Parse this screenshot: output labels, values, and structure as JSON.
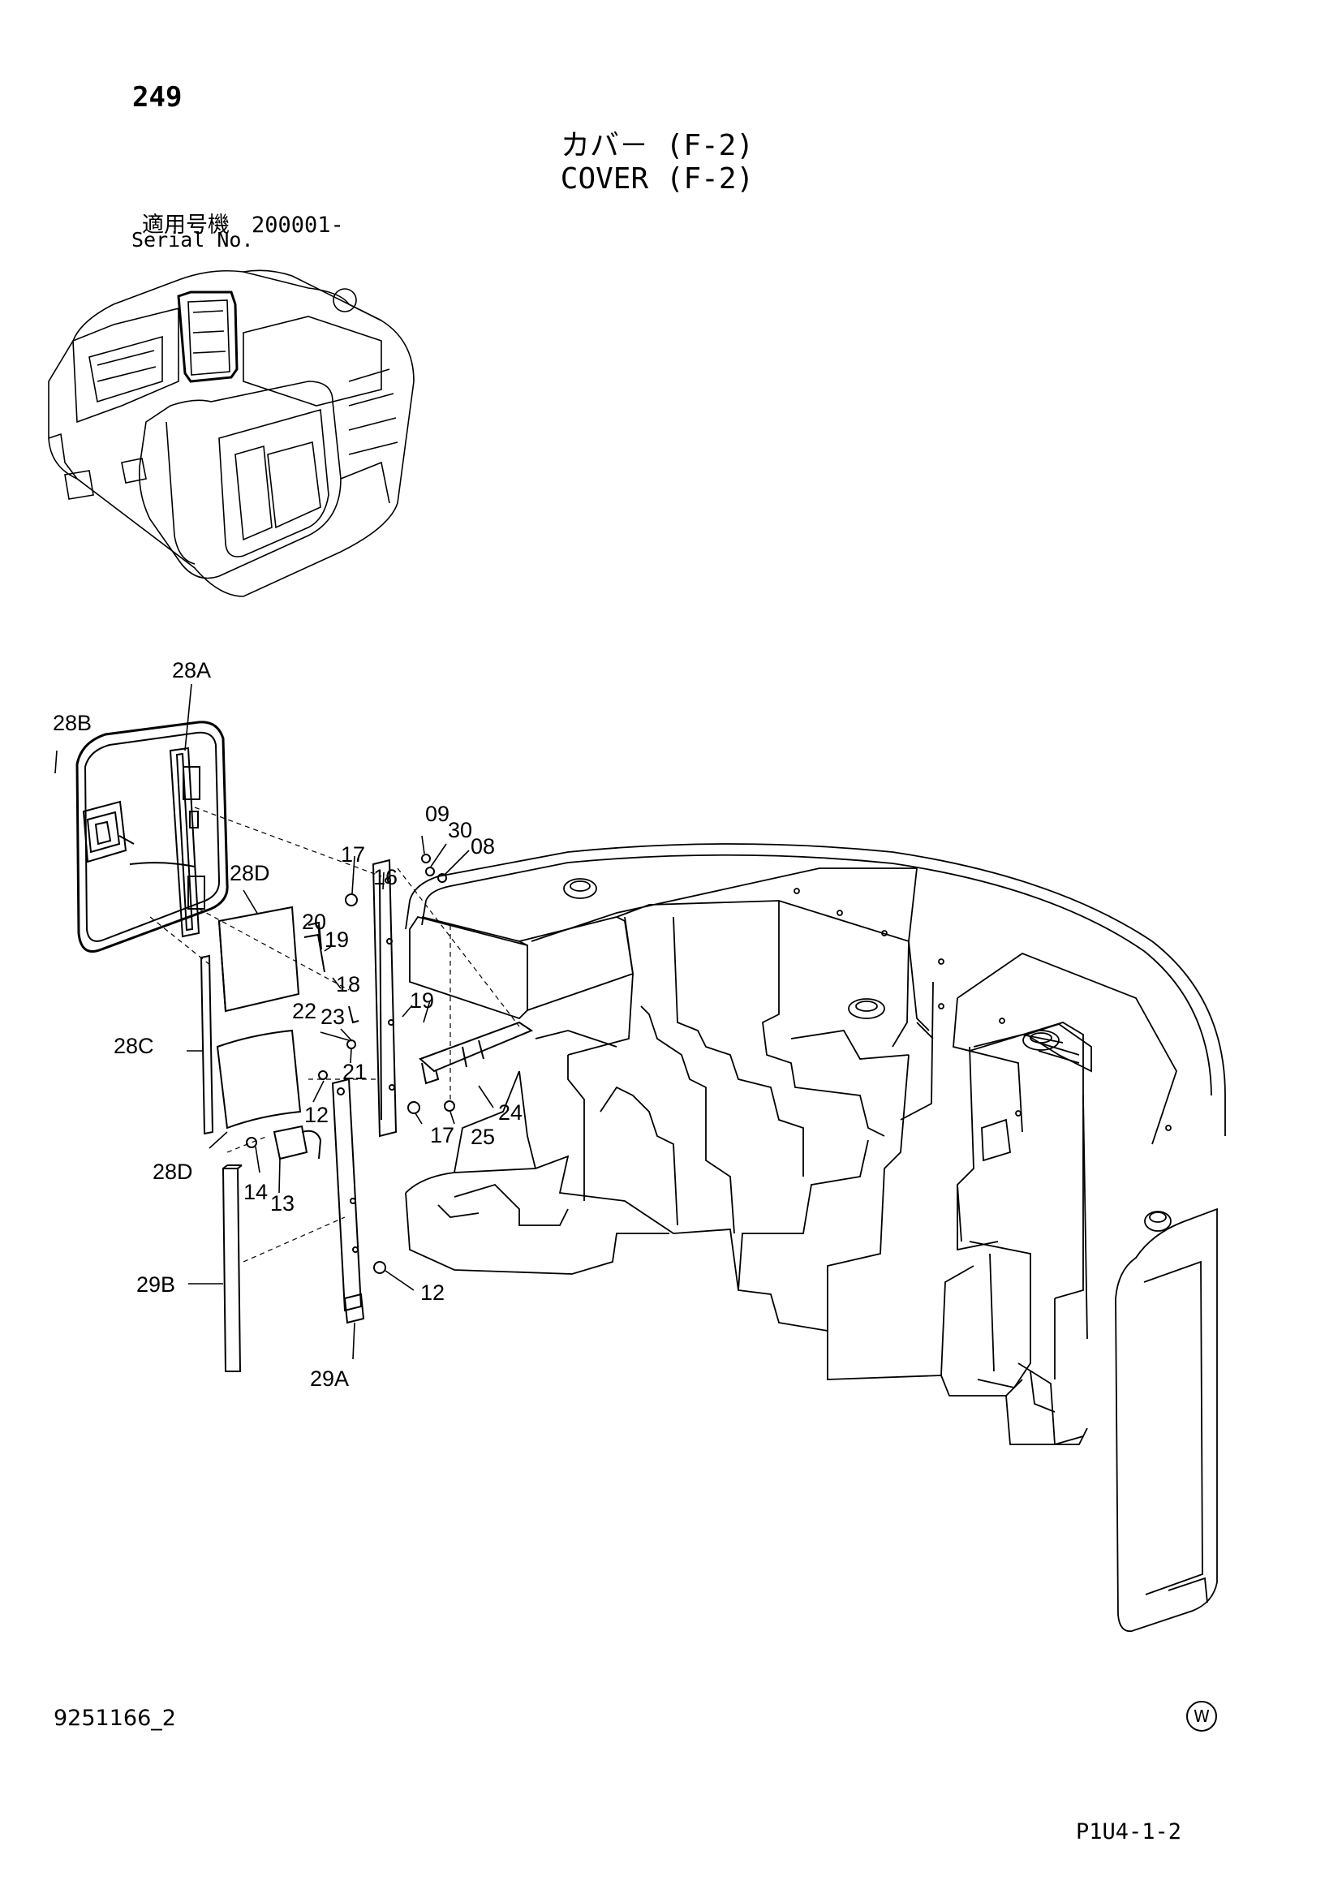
{
  "header": {
    "page_number": "249",
    "title_jp": "カバ－ (F-2)",
    "title_en": "COVER (F-2)",
    "serial_label_jp": "適用号機　200001-",
    "serial_label_en": "Serial No."
  },
  "callouts": {
    "c28A": "28A",
    "c28B": "28B",
    "c28D_top": "28D",
    "c28C": "28C",
    "c28D_bottom": "28D",
    "c29B": "29B",
    "c29A": "29A",
    "c09": "09",
    "c30": "30",
    "c08": "08",
    "c17_top": "17",
    "c16": "16",
    "c20": "20",
    "c19_top": "19",
    "c18": "18",
    "c22": "22",
    "c23": "23",
    "c19_right": "19",
    "c21": "21",
    "c12_upper": "12",
    "c14": "14",
    "c13": "13",
    "c17_bottom": "17",
    "c25": "25",
    "c24": "24",
    "c12_lower": "12"
  },
  "footer": {
    "doc_code": "9251166_2",
    "w_mark": "W",
    "sheet_code": "P1U4-1-2"
  }
}
